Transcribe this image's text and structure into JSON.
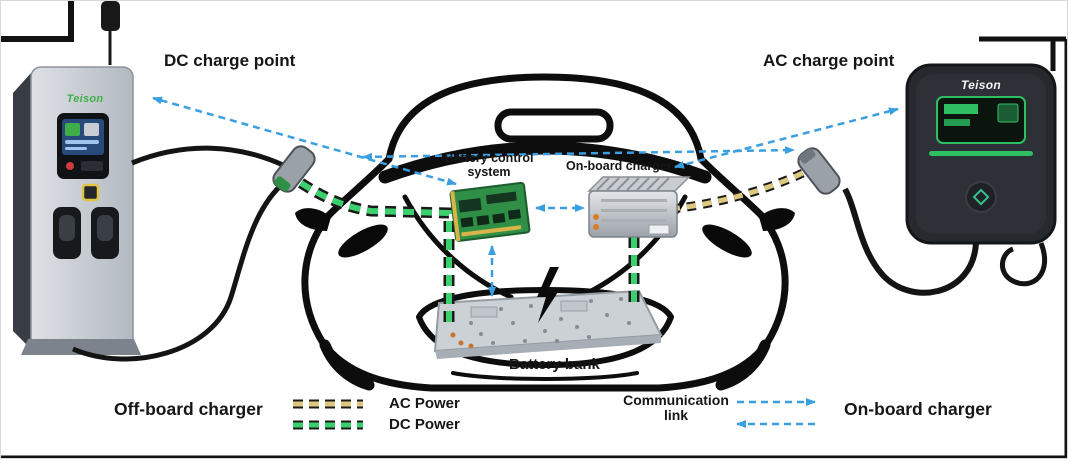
{
  "diagram": {
    "top_labels": {
      "dc_charge_point": "DC charge point",
      "ac_charge_point": "AC charge point"
    },
    "components": {
      "battery_control_system": {
        "line1": "Battery control",
        "line2": "system"
      },
      "on_board_charger": "On-board charger",
      "battery_bank": "Battery bank"
    },
    "bottom_labels": {
      "off_board_charger": "Off-board charger",
      "on_board_charger": "On-board charger"
    },
    "devices": {
      "dc_station": {
        "brand": "Teison"
      },
      "ac_wallbox": {
        "brand": "Teison"
      }
    },
    "legend": {
      "ac_power": "AC Power",
      "dc_power": "DC Power",
      "communication": {
        "line1": "Communication",
        "line2": "link"
      }
    },
    "colors": {
      "communication_blue": "#3a9fe0",
      "dc_power_green": "#3bd06e",
      "ac_power_yellow": "#dcc87e",
      "brand_green": "#3fae4a"
    }
  }
}
